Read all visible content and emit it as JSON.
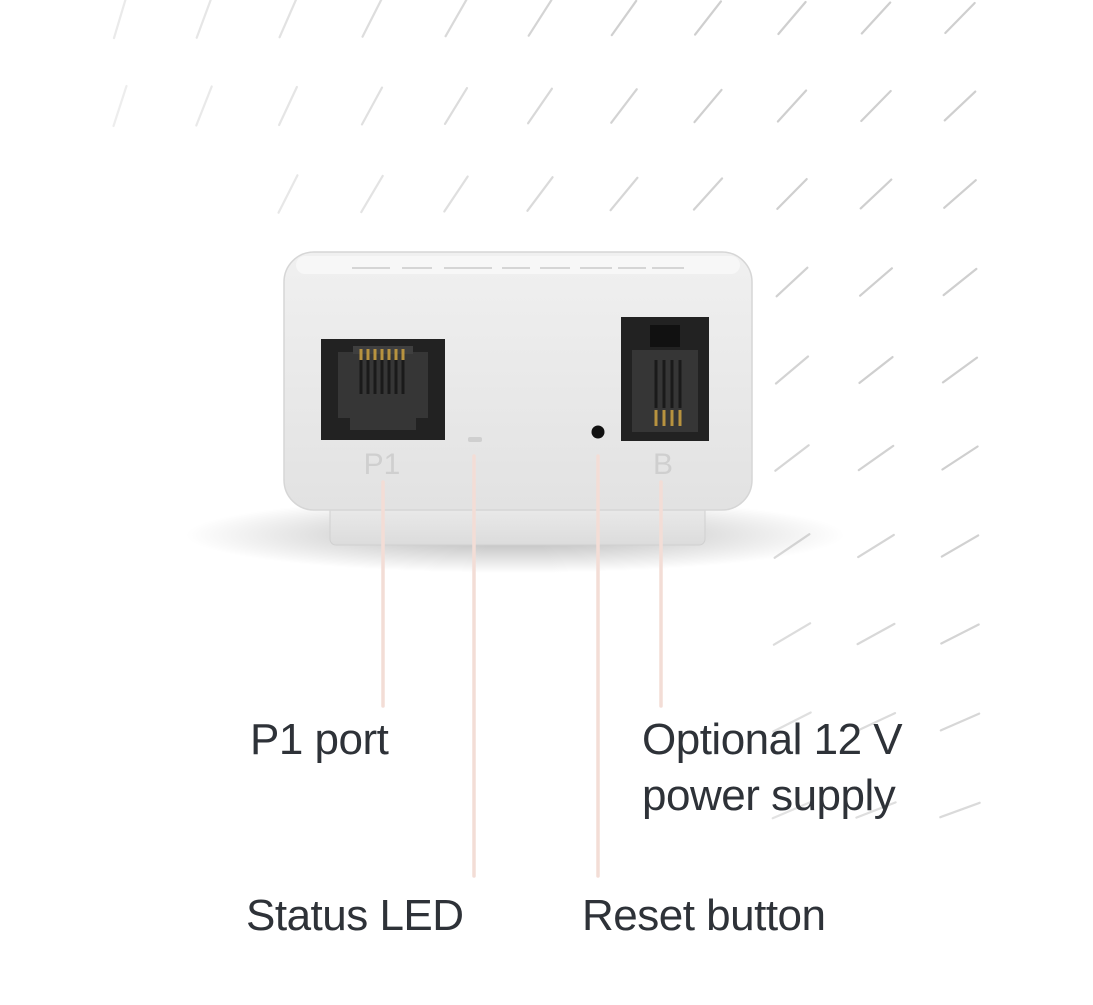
{
  "callouts": {
    "p1_port": "P1 port",
    "power_supply_line1": "Optional 12 V",
    "power_supply_line2": "power supply",
    "status_led": "Status LED",
    "reset_button": "Reset button"
  },
  "device_markings": {
    "left_port": "P1",
    "right_port": "B"
  },
  "colors": {
    "leader_line": "#f3ddd6",
    "device_body": "#e6e6e6",
    "port_socket": "#2a2a2a",
    "label_text": "#2e3238"
  }
}
